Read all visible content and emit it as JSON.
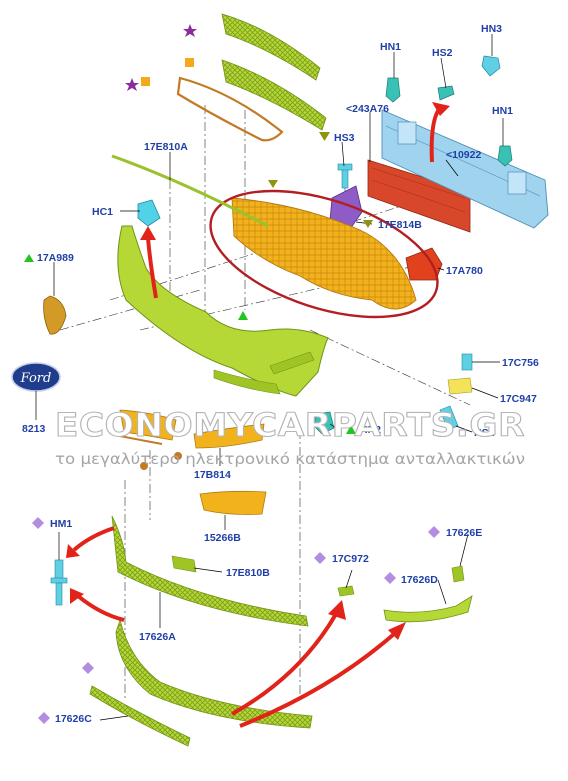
{
  "colors": {
    "label": "#1f3fa8",
    "lime": "#b6d837",
    "lime_dark": "#6f9318",
    "orange_part": "#f2b21c",
    "red_bar": "#d9472a",
    "blue_bar": "#9fd3ee",
    "ellipse": "#b31e22",
    "arrow": "#e2231a",
    "triangle_green": "#22c322",
    "triangle_olive": "#8e9410",
    "diamond_purple": "#b38ee0",
    "star_purple": "#8a2c9c",
    "square_orange": "#f5a81c"
  },
  "callouts": {
    "hn1_top": "HN1",
    "hs2": "HS2",
    "hn3": "HN3",
    "p243a76": "<243A76",
    "hn1_right": "HN1",
    "p10922": "<10922",
    "p17e810a": "17E810A",
    "hs3": "HS3",
    "hc1": "HC1",
    "p17e814b": "17E814B",
    "p17a989": "17A989",
    "p17a780": "17A780",
    "p17c756": "17C756",
    "p17c947": "17C947",
    "p8213": "8213",
    "hn2": "HN2",
    "hs1": "HS1",
    "p17b814": "17B814",
    "p15266b": "15266B",
    "hm1": "HM1",
    "p17e810b": "17E810B",
    "p17c972": "17C972",
    "p17626e": "17626E",
    "p17626d": "17626D",
    "p17626a": "17626A",
    "p17626c": "17626C"
  },
  "watermark": {
    "brand": "ECONOMYCARPARTS.GR",
    "tagline": "το μεγαλύτερο ηλεκτρονικό κατάστημα ανταλλακτικών"
  },
  "logo": {
    "text": "Ford"
  }
}
